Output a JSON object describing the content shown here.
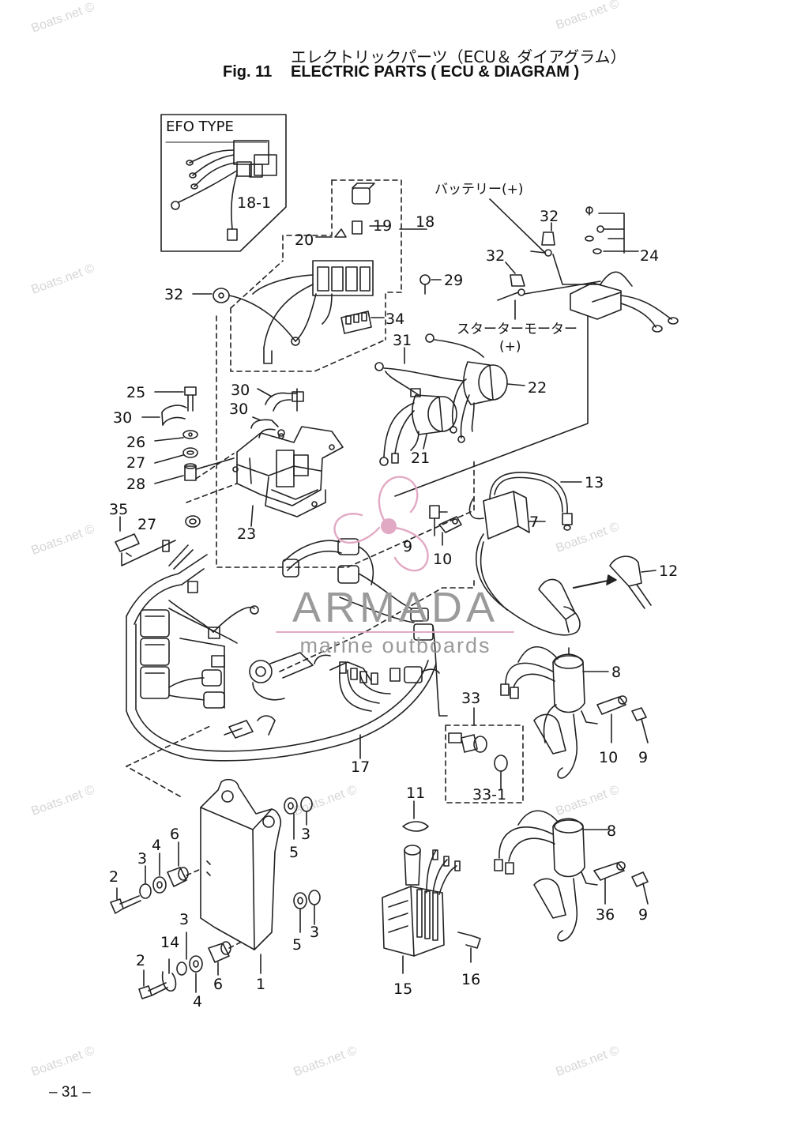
{
  "header": {
    "title_jp": "エレクトリックパーツ（ECU＆ ダイアグラム）",
    "fig_label": "Fig. 11",
    "title_en": "ELECTRIC PARTS ( ECU & DIAGRAM )"
  },
  "inset": {
    "label": "EFO TYPE",
    "part": "18-1"
  },
  "annotations": {
    "battery_plus": "バッテリー(+)",
    "starter_motor": "スターターモーター",
    "starter_plus": "(+)"
  },
  "callouts": {
    "c18": "18",
    "c19": "19",
    "c20": "20",
    "c32a": "32",
    "c32b": "32",
    "c32c": "32",
    "c24": "24",
    "c29": "29",
    "c34": "34",
    "c31": "31",
    "c22": "22",
    "c21": "21",
    "c25": "25",
    "c30a": "30",
    "c30b": "30",
    "c30c": "30",
    "c26": "26",
    "c27a": "27",
    "c28": "28",
    "c23": "23",
    "c35": "35",
    "c27b": "27",
    "c13": "13",
    "c7": "7",
    "c9a": "9",
    "c10a": "10",
    "c12": "12",
    "c8a": "8",
    "c33": "33",
    "c10b": "10",
    "c9b": "9",
    "c17": "17",
    "c33_1": "33-1",
    "c11": "11",
    "c8b": "8",
    "c36": "36",
    "c9c": "9",
    "c3a": "3",
    "c5a": "5",
    "c2a": "2",
    "c3b": "3",
    "c4a": "4",
    "c6a": "6",
    "c3c": "3",
    "c5b": "5",
    "c3d": "3",
    "c14": "14",
    "c2b": "2",
    "c4b": "4",
    "c6b": "6",
    "c1": "1",
    "c15": "15",
    "c16": "16"
  },
  "watermark": {
    "text": "Boats.net ©"
  },
  "brand": {
    "name": "ARMADA",
    "tagline": "marine outboards",
    "accent": "#e2a9c4",
    "gray": "#9a9a9a"
  },
  "footer": {
    "page": "– 31 –"
  }
}
